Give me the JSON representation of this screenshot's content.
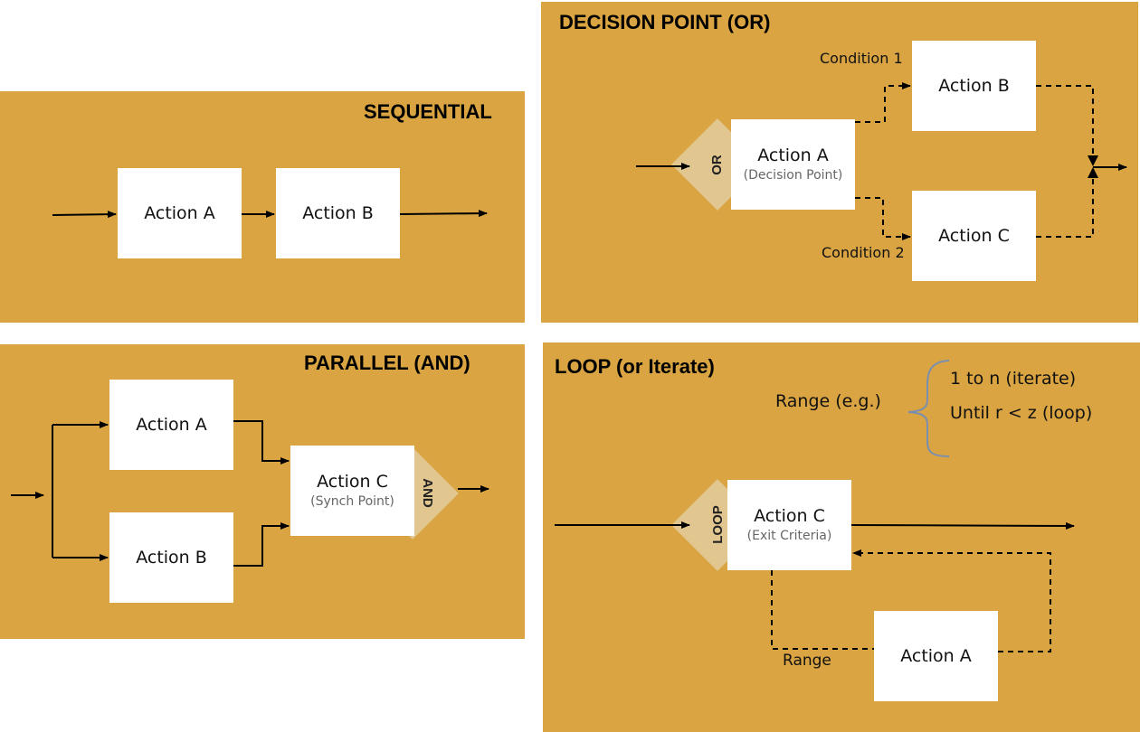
{
  "sequential": {
    "title": "SEQUENTIAL",
    "action_a": "Action A",
    "action_b": "Action B"
  },
  "decision": {
    "title": "DECISION POINT (OR)",
    "gate": "OR",
    "action_a": "Action A",
    "action_a_sub": "(Decision Point)",
    "action_b": "Action B",
    "action_c": "Action C",
    "condition_1": "Condition 1",
    "condition_2": "Condition 2"
  },
  "parallel": {
    "title": "PARALLEL (AND)",
    "gate": "AND",
    "action_a": "Action A",
    "action_b": "Action B",
    "action_c": "Action C",
    "action_c_sub": "(Synch Point)"
  },
  "loop": {
    "title": "LOOP (or Iterate)",
    "gate": "LOOP",
    "range_label": "Range (e.g.)",
    "range_option_1": "1 to n (iterate)",
    "range_option_2": "Until r < z (loop)",
    "action_c": "Action C",
    "action_c_sub": "(Exit Criteria)",
    "action_a": "Action A",
    "range": "Range"
  },
  "colors": {
    "panel": "#D9A441",
    "box": "#FFFFFF",
    "gate": "#E2C68F",
    "brace": "#7A8FB0"
  }
}
